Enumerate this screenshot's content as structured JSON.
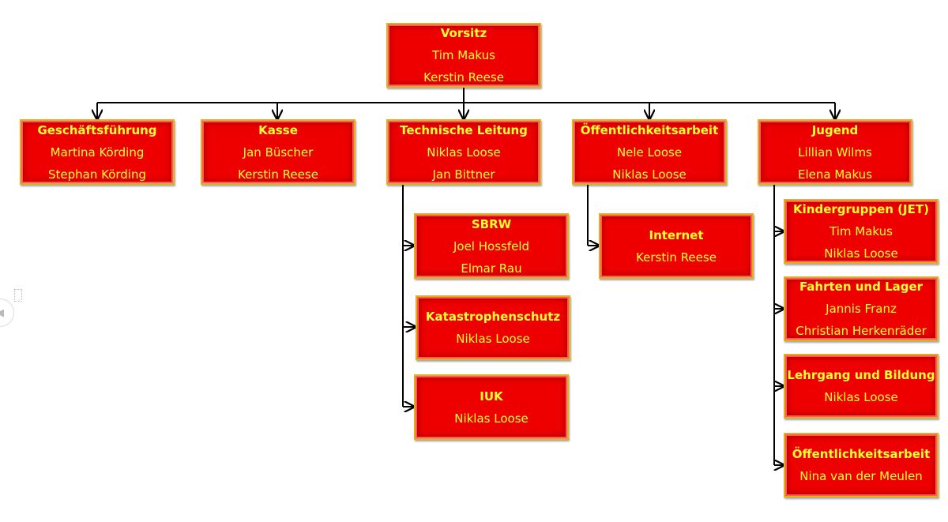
{
  "units": [
    {
      "id": "vorsitz",
      "title": "Vorsitz",
      "members": [
        "Tim Makus",
        "Kerstin Reese"
      ]
    },
    {
      "id": "geschaeftsfuehrung",
      "title": "Geschäftsführung",
      "members": [
        "Martina Körding",
        "Stephan Körding"
      ]
    },
    {
      "id": "kasse",
      "title": "Kasse",
      "members": [
        "Jan Büscher",
        "Kerstin Reese"
      ]
    },
    {
      "id": "technische-leitung",
      "title": "Technische Leitung",
      "members": [
        "Niklas Loose",
        "Jan Bittner"
      ]
    },
    {
      "id": "oeffentlichkeitsarbeit",
      "title": "Öffentlichkeitsarbeit",
      "members": [
        "Nele Loose",
        "Niklas Loose"
      ]
    },
    {
      "id": "jugend",
      "title": "Jugend",
      "members": [
        "Lillian Wilms",
        "Elena Makus"
      ]
    },
    {
      "id": "sbrw",
      "title": "SBRW",
      "members": [
        "Joel Hossfeld",
        "Elmar Rau"
      ]
    },
    {
      "id": "katastrophenschutz",
      "title": "Katastrophenschutz",
      "members": [
        "Niklas Loose"
      ]
    },
    {
      "id": "iuk",
      "title": "IUK",
      "members": [
        "Niklas Loose"
      ]
    },
    {
      "id": "internet",
      "title": "Internet",
      "members": [
        "Kerstin Reese"
      ]
    },
    {
      "id": "kindergruppen",
      "title": "Kindergruppen (JET)",
      "members": [
        "Tim Makus",
        "Niklas Loose"
      ]
    },
    {
      "id": "fahrten-und-lager",
      "title": "Fahrten und Lager",
      "members": [
        "Jannis Franz",
        "Christian Herkenräder"
      ]
    },
    {
      "id": "lehrgang-und-bildung",
      "title": "Lehrgang und Bildung",
      "members": [
        "Niklas Loose"
      ]
    },
    {
      "id": "jugend-oeffentlichkeitsarbeit",
      "title": "Öffentlichkeitsarbeit",
      "members": [
        "Nina van der Meulen"
      ]
    }
  ],
  "edges": [
    [
      "vorsitz",
      "geschaeftsfuehrung"
    ],
    [
      "vorsitz",
      "kasse"
    ],
    [
      "vorsitz",
      "technische-leitung"
    ],
    [
      "vorsitz",
      "oeffentlichkeitsarbeit"
    ],
    [
      "vorsitz",
      "jugend"
    ],
    [
      "technische-leitung",
      "sbrw"
    ],
    [
      "technische-leitung",
      "katastrophenschutz"
    ],
    [
      "technische-leitung",
      "iuk"
    ],
    [
      "oeffentlichkeitsarbeit",
      "internet"
    ],
    [
      "jugend",
      "kindergruppen"
    ],
    [
      "jugend",
      "fahrten-und-lager"
    ],
    [
      "jugend",
      "lehrgang-und-bildung"
    ],
    [
      "jugend",
      "jugend-oeffentlichkeitsarbeit"
    ]
  ],
  "colors": {
    "box_fill": "#ee0000",
    "box_border": "#e0b020",
    "text": "#ffff33",
    "connector": "#000000"
  },
  "icons": {
    "side_arrow": "chevron-left-icon"
  }
}
